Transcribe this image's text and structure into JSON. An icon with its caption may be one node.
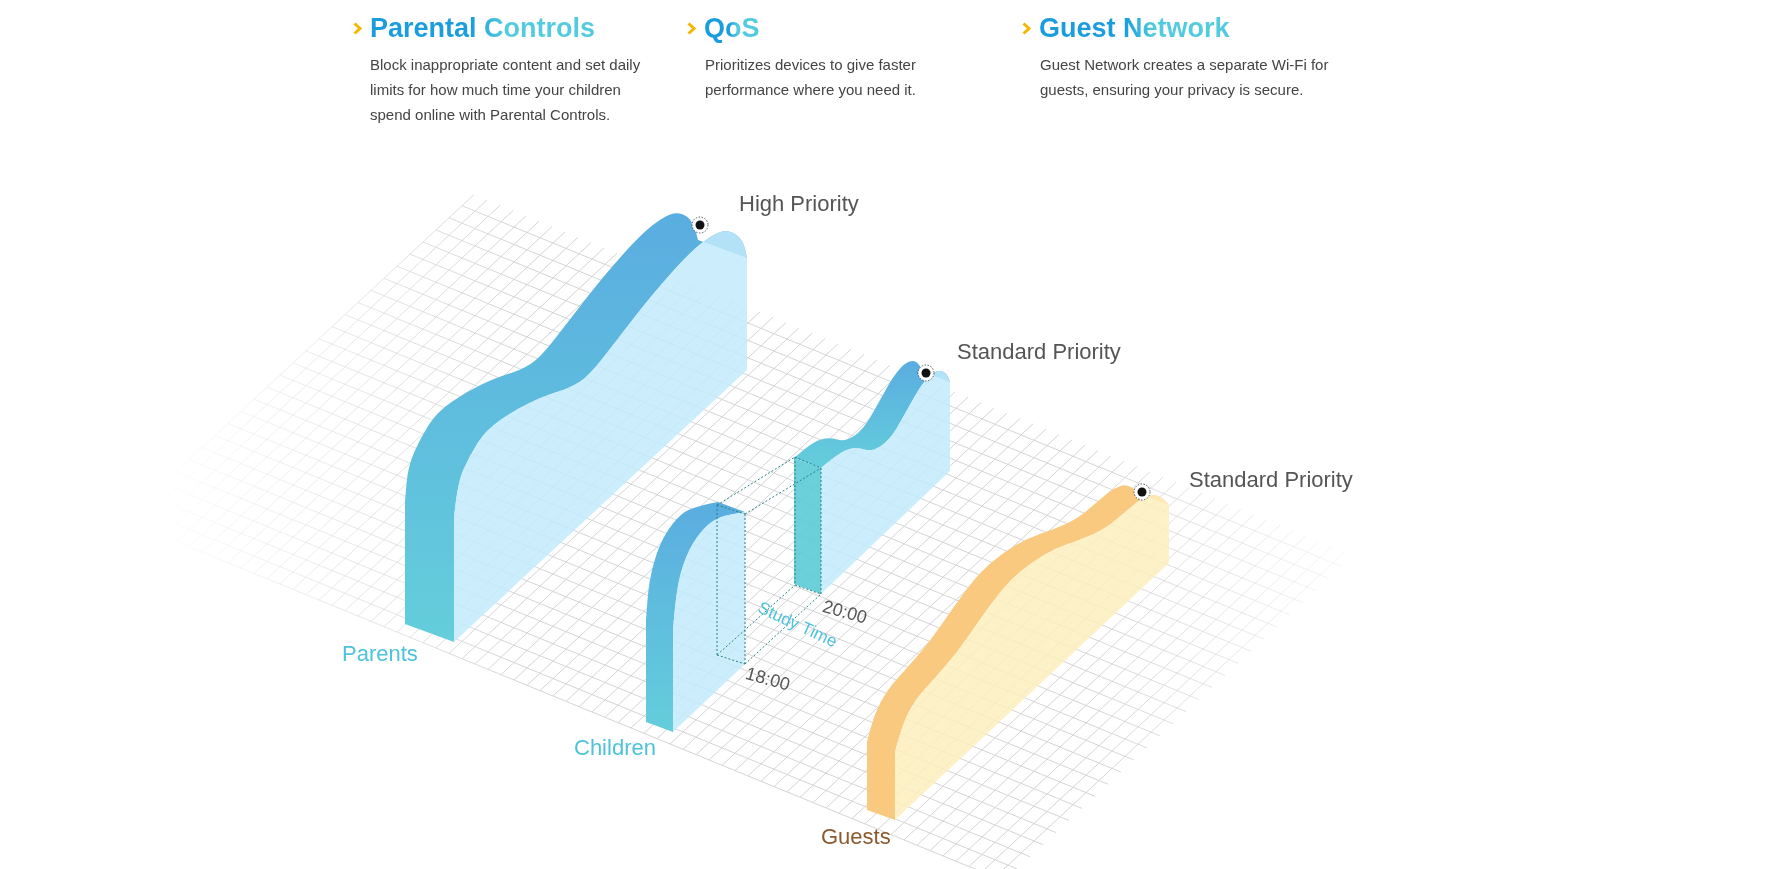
{
  "diagram": {
    "labels": [
      "Parental Controls",
      "Block inappropriate content and set daily limits for how much time your children spend online with Parental Controls.",
      "QoS",
      "Prioritizes devices to give faster performance where you need it.",
      "Guest Network",
      "Guest Network creates a separate Wi-Fi for guests, ensuring your privacy is secure.",
      "High Priority",
      "Standard Priority",
      "Standard Priority",
      "Study Time",
      "20:00",
      "18:00",
      "Parents",
      "Children",
      "Guests"
    ]
  }
}
